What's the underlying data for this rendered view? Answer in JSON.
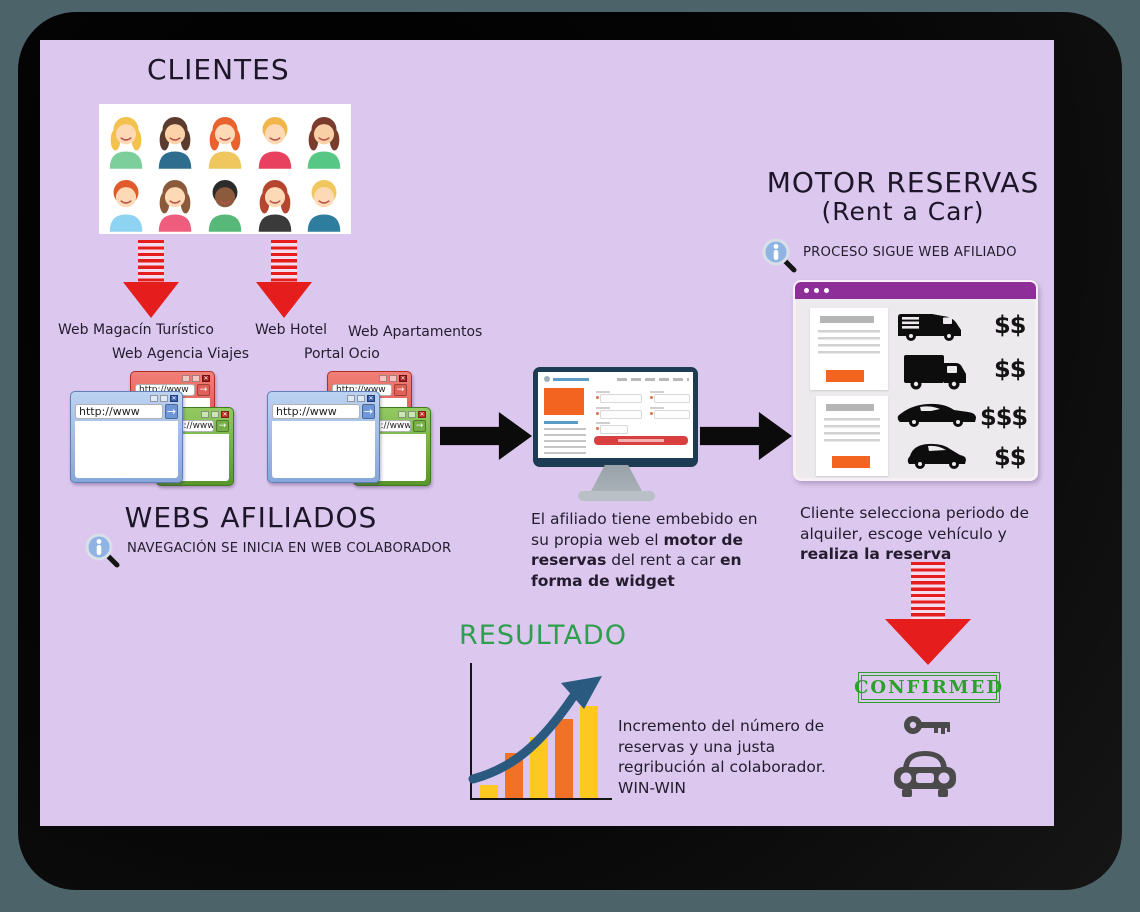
{
  "palette": {
    "outer_bg": "#4c6369",
    "shadow": "#060606",
    "canvas_bg": "#dcc8ee",
    "accent_red": "#e51d1d",
    "heading_dark": "#1d1528",
    "resultado_green": "#2f9e4f",
    "confirmed_green": "#2aa12a",
    "purple_window_header": "#8e2e99",
    "widget_orange": "#f2641f",
    "bar_yellow": "#fdc820",
    "bar_orange": "#ef7227",
    "trend_blue": "#2a5a80",
    "monitor_frame": "#1d3b52",
    "black_arrow": "#0b0b0b"
  },
  "clientes": {
    "title": "CLIENTES",
    "avatars": [
      {
        "hair": "#f2c14e",
        "skin": "#fdd9b5",
        "shirt": "#7ccf9a",
        "long": true
      },
      {
        "hair": "#5a3b2e",
        "skin": "#fcd2a9",
        "shirt": "#2e6d8e",
        "long": true
      },
      {
        "hair": "#e8622d",
        "skin": "#fdd9b5",
        "shirt": "#f0c75e",
        "long": true
      },
      {
        "hair": "#f0b64b",
        "skin": "#fdd9b5",
        "shirt": "#e8415f",
        "long": false
      },
      {
        "hair": "#7a3c2c",
        "skin": "#f9cfa6",
        "shirt": "#57c785",
        "long": true
      },
      {
        "hair": "#e05a2b",
        "skin": "#fdd9b5",
        "shirt": "#8fd3f2",
        "long": false
      },
      {
        "hair": "#8a5a3b",
        "skin": "#fdd9b5",
        "shirt": "#ef5d7e",
        "long": true
      },
      {
        "hair": "#2b2b2b",
        "skin": "#8c5a3c",
        "shirt": "#57b87a",
        "long": false
      },
      {
        "hair": "#b5452e",
        "skin": "#fdd9b5",
        "shirt": "#3a3a3a",
        "long": true
      },
      {
        "hair": "#f0c75e",
        "skin": "#fdd9b5",
        "shirt": "#2e7d9e",
        "long": false
      }
    ]
  },
  "webs": {
    "title": "WEBS AFILIADOS",
    "note": "NAVEGACIÓN SE INICIA EN WEB COLABORADOR",
    "browser_url": "http://www",
    "labels": {
      "magacin": "Web Magacín Turístico",
      "agencia": "Web Agencia Viajes",
      "hotel": "Web Hotel",
      "ocio": "Portal Ocio",
      "apartamentos": "Web Apartamentos"
    }
  },
  "widget": {
    "caption": {
      "seg1": "El afiliado tiene embebido en su propia web el ",
      "seg2_bold": "motor de reservas",
      "seg3": " del rent a car ",
      "seg4_bold": "en forma de widget"
    }
  },
  "motor": {
    "title_line1": "MOTOR RESERVAS",
    "title_line2": "(Rent a Car)",
    "note": "PROCESO SIGUE WEB AFILIADO",
    "listings": [
      {
        "vehicle": "van",
        "price": "$$"
      },
      {
        "vehicle": "box-truck",
        "price": "$$"
      },
      {
        "vehicle": "sports-car",
        "price": "$$$"
      },
      {
        "vehicle": "compact-car",
        "price": "$$"
      }
    ],
    "caption": {
      "seg1": "Cliente selecciona periodo de alquiler, escoge vehículo y ",
      "seg2_bold": "realiza la reserva"
    }
  },
  "confirmed": {
    "label": "CONFIRMED"
  },
  "resultado": {
    "title": "RESULTADO",
    "caption": "Incremento del número de reservas y una justa regribución al colaborador. WIN-WIN"
  },
  "chart_data": {
    "type": "bar",
    "title": "RESULTADO",
    "categories": [
      "",
      "",
      "",
      "",
      ""
    ],
    "values_relative": [
      14,
      47,
      64,
      83,
      97
    ],
    "ylim": [
      0,
      100
    ],
    "bar_colors": [
      "#fdc820",
      "#ef7227",
      "#fdc820",
      "#ef7227",
      "#fdc820"
    ],
    "annotations": [
      "upward curved trend arrow"
    ],
    "axis_tick_labels_visible": false,
    "grid": false,
    "legend": false
  }
}
